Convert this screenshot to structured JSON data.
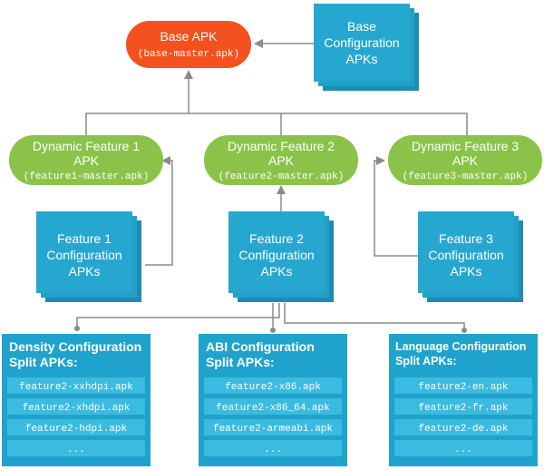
{
  "colors": {
    "base": "#f4511e",
    "feature": "#8bc34a",
    "config": "#26a7cf",
    "config_shadow": "#1d8db1",
    "panel": "#1fa3cc",
    "apk_row": "#3bbbe0",
    "line": "#8a8a8a"
  },
  "base_apk": {
    "title": "Base APK",
    "file": "(base-master.apk)"
  },
  "base_config": {
    "line1": "Base",
    "line2": "Configuration",
    "line3": "APKs"
  },
  "features": [
    {
      "title": "Dynamic Feature 1",
      "line2": "APK",
      "file": "(feature1-master.apk)"
    },
    {
      "title": "Dynamic Feature 2",
      "line2": "APK",
      "file": "(feature2-master.apk)"
    },
    {
      "title": "Dynamic Feature 3",
      "line2": "APK",
      "file": "(feature3-master.apk)"
    }
  ],
  "feature_configs": [
    {
      "line1": "Feature 1",
      "line2": "Configuration",
      "line3": "APKs"
    },
    {
      "line1": "Feature 2",
      "line2": "Configuration",
      "line3": "APKs"
    },
    {
      "line1": "Feature 3",
      "line2": "Configuration",
      "line3": "APKs"
    }
  ],
  "split_panels": [
    {
      "title1": "Density Configuration",
      "title2": "Split APKs:",
      "items": [
        "feature2-xxhdpi.apk",
        "feature2-xhdpi.apk",
        "feature2-hdpi.apk",
        "..."
      ]
    },
    {
      "title1": "ABI Configuration",
      "title2": "Split APKs:",
      "items": [
        "feature2-x86.apk",
        "feature2-x86_64.apk",
        "feature2-armeabi.apk",
        "..."
      ]
    },
    {
      "title1": "Language Configuration",
      "title2": "Split APKs:",
      "items": [
        "feature2-en.apk",
        "feature2-fr.apk",
        "feature2-de.apk",
        "..."
      ]
    }
  ]
}
